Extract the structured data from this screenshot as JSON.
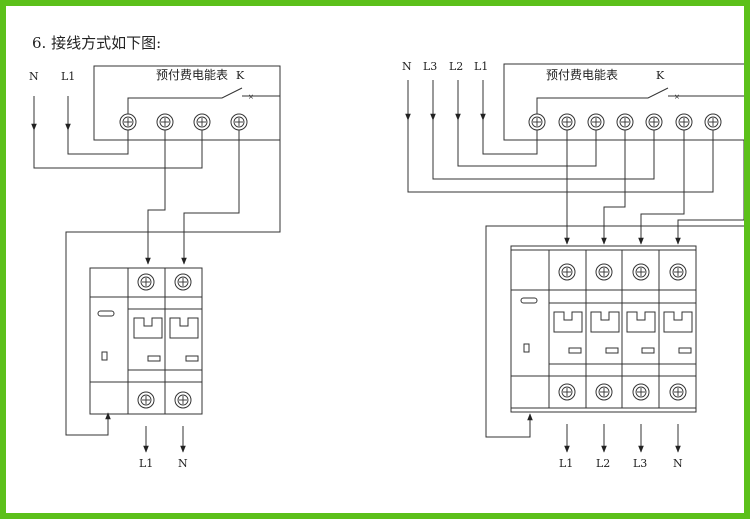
{
  "heading": "6. 接线方式如下图:",
  "colors": {
    "border": "#5cc01a",
    "line": "#333333",
    "background": "#ffffff"
  },
  "left_diagram": {
    "meter_label": "预付费电能表",
    "switch_label": "K",
    "input_labels": [
      "N",
      "L1"
    ],
    "output_labels": [
      "L1",
      "N"
    ]
  },
  "right_diagram": {
    "meter_label": "预付费电能表",
    "switch_label": "K",
    "input_labels": [
      "N",
      "L3",
      "L2",
      "L1"
    ],
    "output_labels": [
      "L1",
      "L2",
      "L3",
      "N"
    ]
  }
}
